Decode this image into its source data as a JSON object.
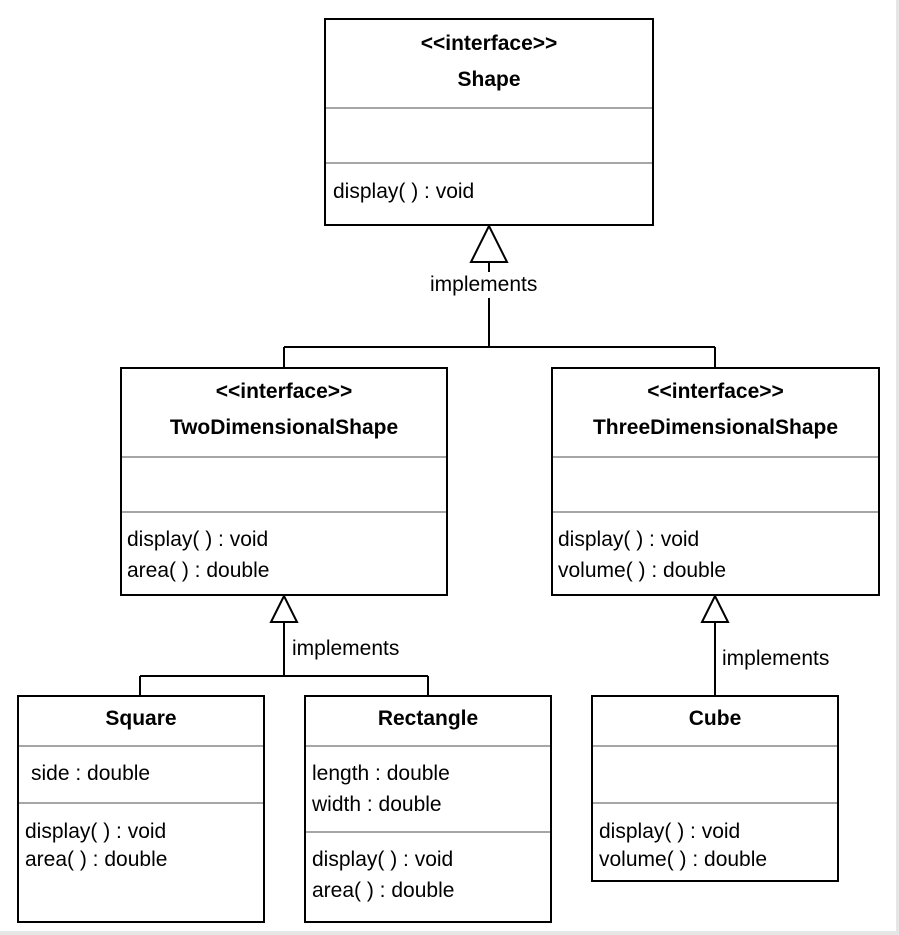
{
  "relation_label": "implements",
  "shape": {
    "stereotype": "<<interface>>",
    "name": "Shape",
    "methods": [
      "display( ) : void"
    ]
  },
  "two_dimensional_shape": {
    "stereotype": "<<interface>>",
    "name": "TwoDimensionalShape",
    "methods": [
      "display( ) : void",
      "area( ) : double"
    ]
  },
  "three_dimensional_shape": {
    "stereotype": "<<interface>>",
    "name": "ThreeDimensionalShape",
    "methods": [
      "display( ) : void",
      "volume( ) : double"
    ]
  },
  "square": {
    "name": "Square",
    "attributes": [
      "side : double"
    ],
    "methods": [
      "display( ) : void",
      "area( ) : double"
    ]
  },
  "rectangle": {
    "name": "Rectangle",
    "attributes": [
      "length : double",
      "width : double"
    ],
    "methods": [
      "display( ) : void",
      "area( ) : double"
    ]
  },
  "cube": {
    "name": "Cube",
    "methods": [
      "display( ) : void",
      "volume( ) : double"
    ]
  }
}
